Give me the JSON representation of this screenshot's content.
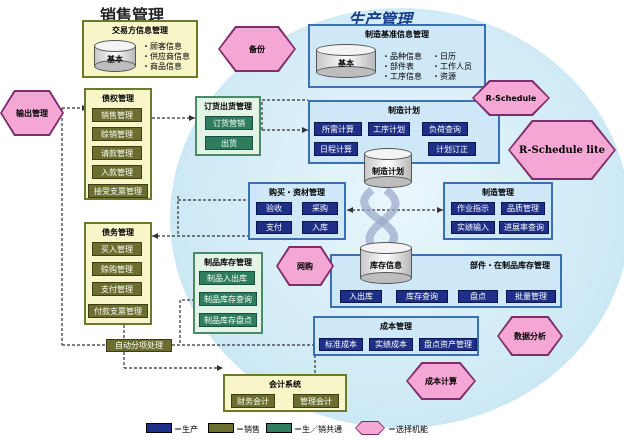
{
  "titles": {
    "sales": "销售管理",
    "production": "生产管理"
  },
  "trading": {
    "title": "交易方信息管理",
    "base": "基本",
    "items": [
      "・顾客信息",
      "・供应商信息",
      "・商品信息"
    ]
  },
  "prodbase": {
    "title": "制造基准信息管理",
    "base": "基本",
    "col1": [
      "・品种信息",
      "・部件表",
      "・工序信息"
    ],
    "col2": [
      "・日历",
      "・工作人员",
      "・资源"
    ]
  },
  "receivable": {
    "title": "债权管理",
    "buttons": [
      "销售管理",
      "赊销管理",
      "请款管理",
      "入款管理",
      "接受支票管理"
    ]
  },
  "payable": {
    "title": "债务管理",
    "buttons": [
      "买入管理",
      "赊购管理",
      "支付管理",
      "付款支票管理"
    ]
  },
  "order": {
    "title": "订货出货管理",
    "buttons": [
      "订货营销",
      "出货"
    ]
  },
  "plan": {
    "title": "制造计划",
    "buttons": [
      "所需计算",
      "工序计划",
      "负荷查询",
      "日程计算",
      "计划订正"
    ],
    "db": "制造计划"
  },
  "purchase": {
    "title": "购买・资材管理",
    "buttons": [
      "验收",
      "采购",
      "支付",
      "入库"
    ]
  },
  "mfg": {
    "title": "制造管理",
    "buttons": [
      "作业指示",
      "品质管理",
      "实绩输入",
      "进展率查询"
    ]
  },
  "goods": {
    "title": "制品库存管理",
    "buttons": [
      "制品入出库",
      "制品库存查询",
      "制品库存盘点"
    ]
  },
  "stock": {
    "title": "部件・在制品库存管理",
    "db": "库存信息",
    "buttons": [
      "入出库",
      "库存查询",
      "盘点",
      "批量管理"
    ]
  },
  "cost": {
    "title": "成本管理",
    "buttons": [
      "标准成本",
      "实绩成本",
      "盘点资产管理"
    ]
  },
  "accounting": {
    "title": "会计系统",
    "buttons": [
      "财务会计",
      "管理会计"
    ]
  },
  "auto": "自动分项处理",
  "hex": {
    "backup": "备份",
    "output": "输出管理",
    "rschedule": "R-Schedule",
    "rschedule_lite": "R-Schedule lite",
    "web": "网购",
    "analysis": "数据分析",
    "costcalc": "成本计算"
  },
  "legend": [
    {
      "label": "＝生产",
      "color": "#1d2f86"
    },
    {
      "label": "＝销售",
      "color": "#6b6e2e"
    },
    {
      "label": "＝生／销共通",
      "color": "#2e7d5e"
    },
    {
      "label": "＝选择机能",
      "color": "#f4a7d4"
    }
  ]
}
